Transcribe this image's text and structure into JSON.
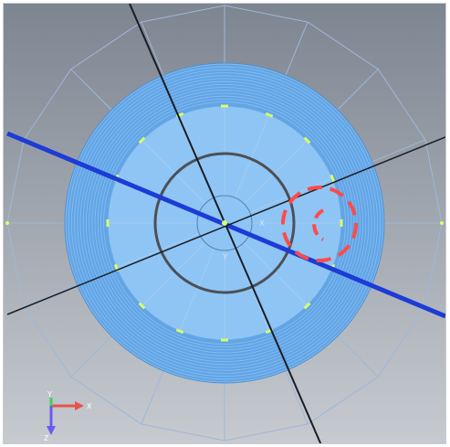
{
  "viewport": {
    "background_top": "#7d8591",
    "background_bottom": "#c7cbd0"
  },
  "model": {
    "outer_wireframe_color": "#9fb7d6",
    "disc_outer_color": "#62a5e6",
    "disc_inner_color": "#8ec5f4",
    "ring_color": "#4d4f55",
    "node_color": "#d9ff6a",
    "axis_blue_color": "#1d3bd6",
    "axis_black_color": "#1a1d24",
    "highlight_color": "#ff4a4a",
    "center_label_x": "X",
    "center_label_y": "Y"
  },
  "triad": {
    "x_label": "X",
    "y_label": "Y",
    "z_label": "Z",
    "x_color": "#e8544a",
    "y_color": "#3fcf5a",
    "z_color": "#6a5cf0"
  }
}
